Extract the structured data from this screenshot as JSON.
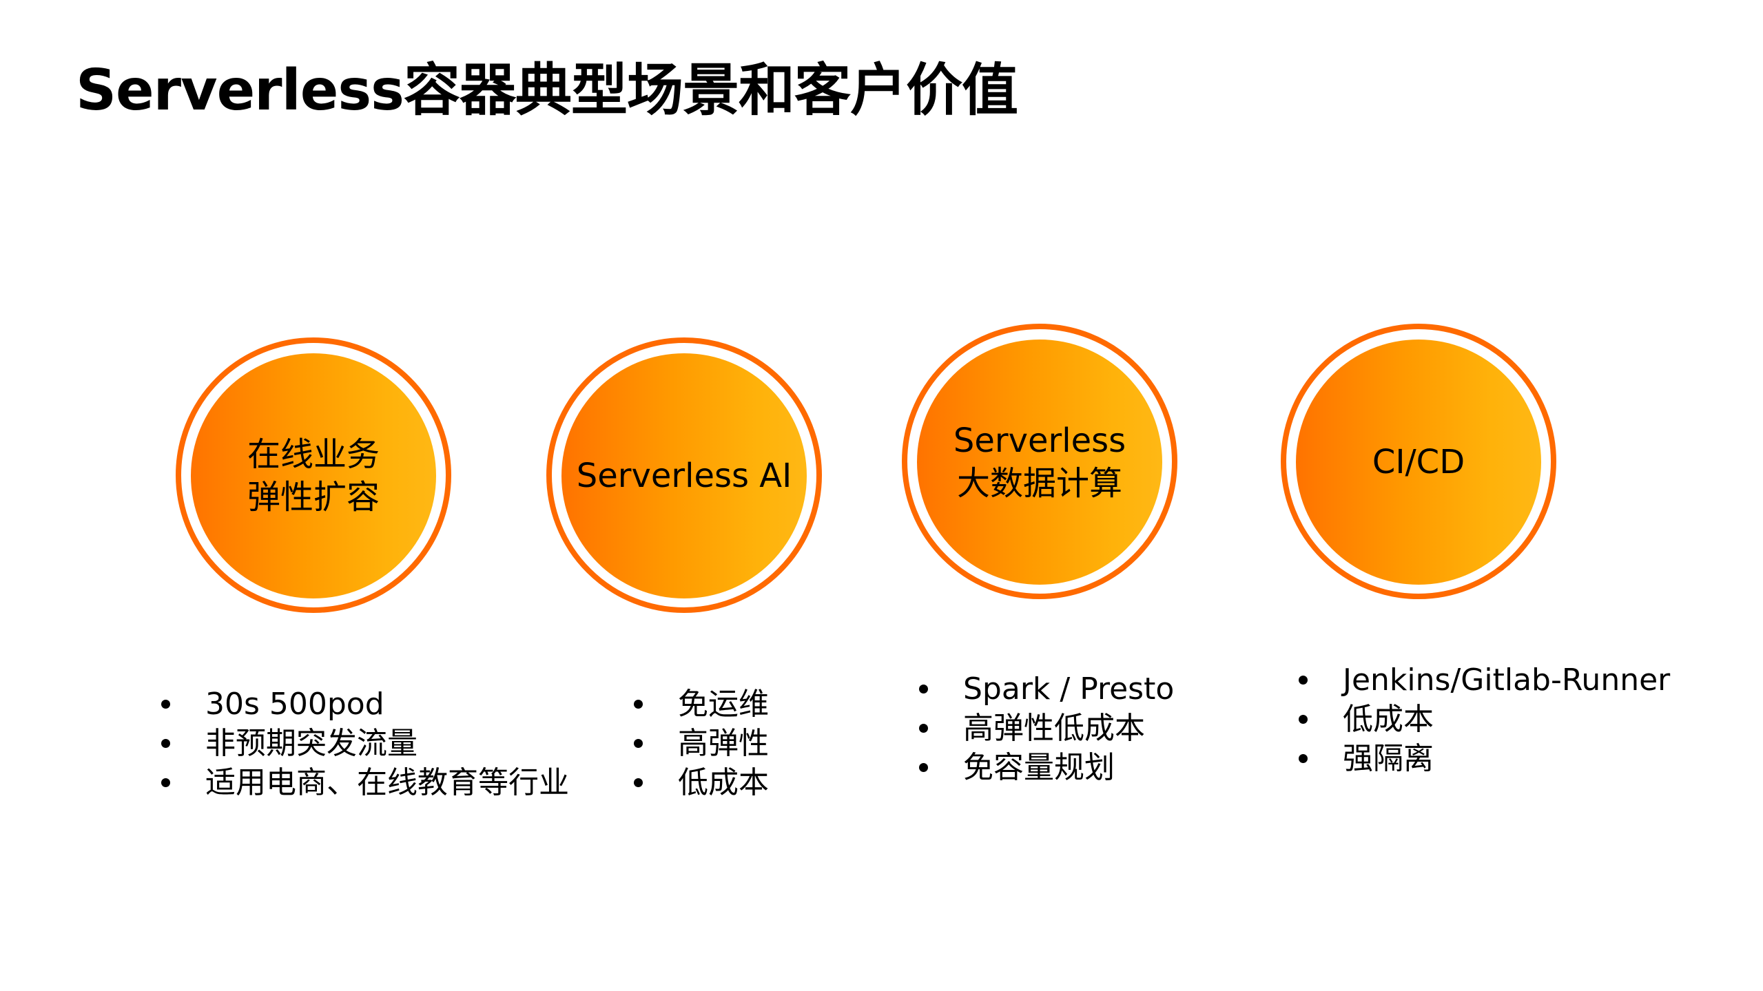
{
  "slide": {
    "title": "Serverless容器典型场景和客户价值"
  },
  "colors": {
    "ring": "#FF6A00",
    "gradient_start": "#FF7300",
    "gradient_end": "#FFB815",
    "text": "#000000",
    "background": "#FFFFFF"
  },
  "scenarios": [
    {
      "label_lines": [
        "在线业务",
        "弹性扩容"
      ],
      "bullets": [
        "30s 500pod",
        "非预期突发流量",
        "适用电商、在线教育等行业"
      ]
    },
    {
      "label_lines": [
        "Serverless AI"
      ],
      "bullets": [
        "免运维",
        "高弹性",
        "低成本"
      ]
    },
    {
      "label_lines": [
        "Serverless",
        "大数据计算"
      ],
      "bullets": [
        "Spark / Presto",
        "高弹性低成本",
        "免容量规划"
      ]
    },
    {
      "label_lines": [
        "CI/CD"
      ],
      "bullets": [
        "Jenkins/Gitlab-Runner",
        "低成本",
        "强隔离"
      ]
    }
  ]
}
